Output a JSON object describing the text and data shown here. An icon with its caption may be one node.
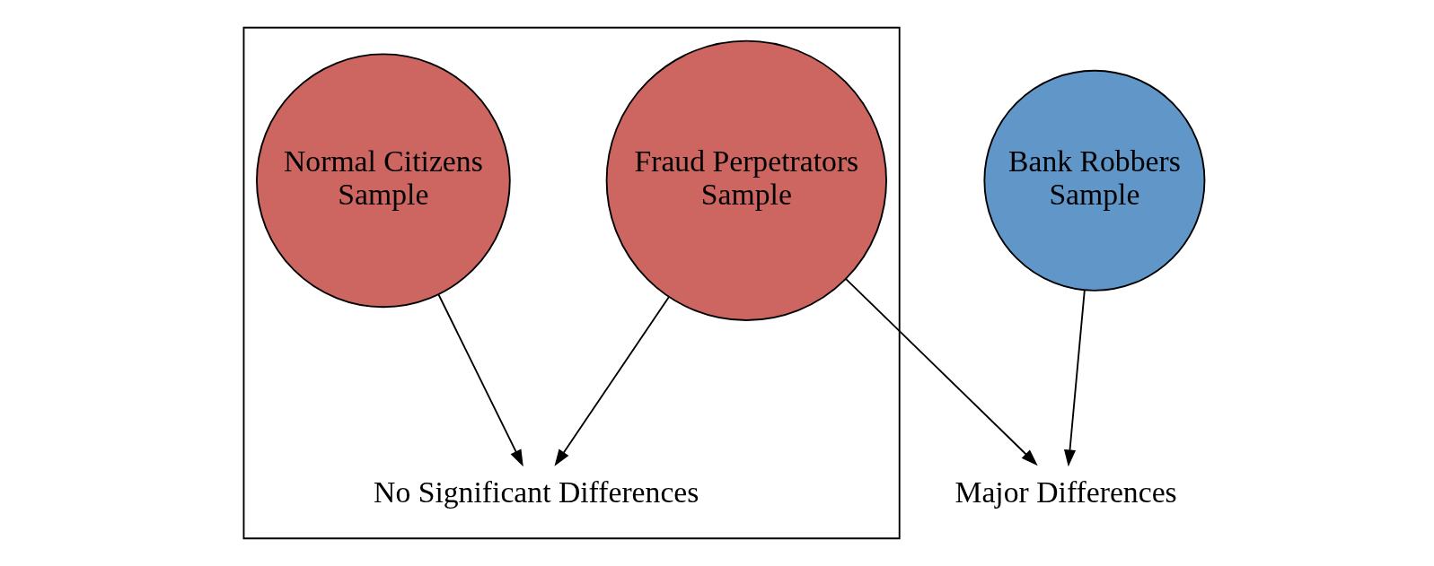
{
  "diagram": {
    "nodes": [
      {
        "text": [],
        "shape": "box"
      },
      {
        "text": [
          "Normal Citizens",
          "Sample"
        ],
        "in": 0
      },
      {
        "text": [
          "Fraud Perpetrators",
          "Sample"
        ],
        "in": 0
      },
      {
        "text": [
          "Bank Robbers",
          "Sample"
        ]
      },
      {
        "text": [
          "No Significant Differences"
        ],
        "in": 0
      },
      {
        "text": [
          "Major Differences"
        ]
      }
    ],
    "edges": [
      {
        "from": 1,
        "to": 4,
        "arrow": "to"
      },
      {
        "from": 2,
        "to": 4,
        "arrow": "to"
      },
      {
        "from": 2,
        "to": 5,
        "arrow": "to"
      },
      {
        "from": 3,
        "to": 5,
        "arrow": "to"
      }
    ]
  }
}
